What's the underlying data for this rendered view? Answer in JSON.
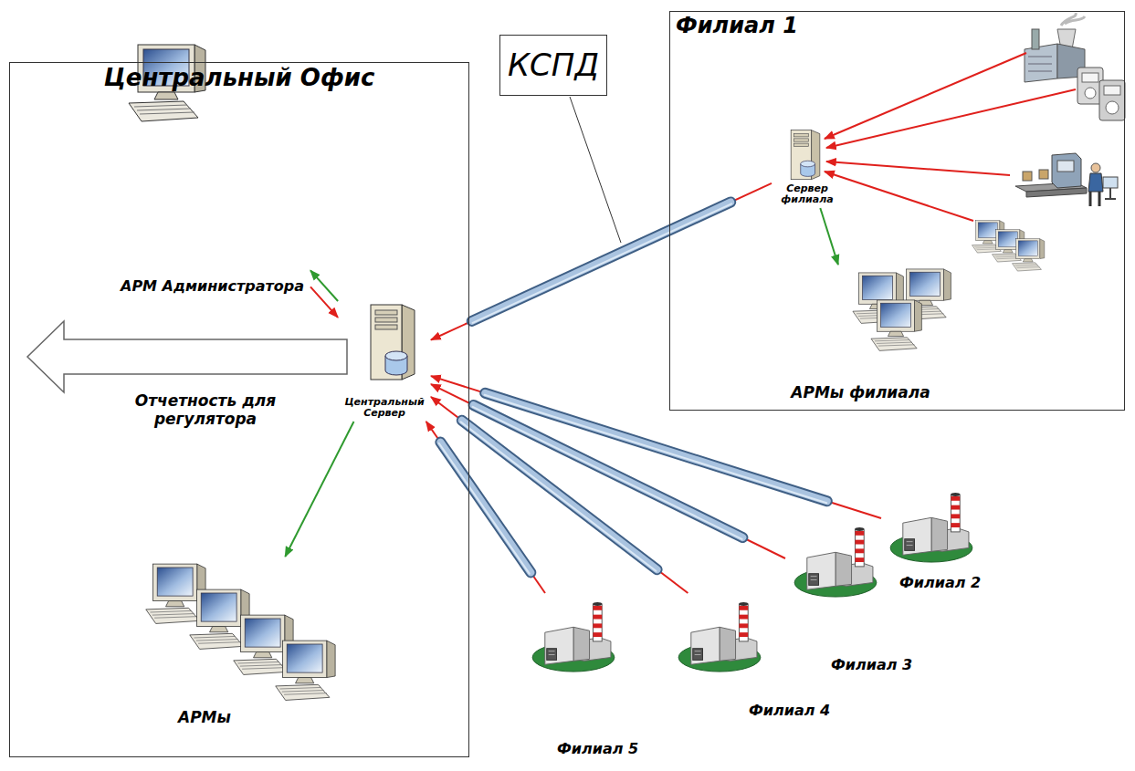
{
  "diagram": {
    "nodes": [
      {
        "text": [
          "Центральный Офис"
        ]
      },
      {
        "text": [
          "АРМ Администратора"
        ],
        "in": 0
      },
      {
        "text": [
          "Центральный Сервер"
        ],
        "in": 0
      },
      {
        "text": [
          "АРМы"
        ],
        "in": 0
      },
      {
        "text": [
          "КСПД"
        ]
      },
      {
        "text": [
          "Филиал 1"
        ]
      },
      {
        "text": [
          "Сервер филиала"
        ],
        "in": 5
      },
      {
        "text": [
          "АРМы филиала"
        ],
        "in": 5
      },
      {
        "text": [
          "Филиал 2"
        ]
      },
      {
        "text": [
          "Филиал 3"
        ]
      },
      {
        "text": [
          "Филиал 4"
        ]
      },
      {
        "text": [
          "Филиал 5"
        ]
      }
    ],
    "edges": [
      {
        "from": 1,
        "to": 2,
        "arrow": "to"
      },
      {
        "from": 2,
        "to": 1,
        "arrow": "to"
      },
      {
        "from": 2,
        "to": 3,
        "arrow": "to"
      },
      {
        "from": 6,
        "to": 7,
        "arrow": "to"
      },
      {
        "from": 6,
        "to": 2,
        "arrow": "to"
      },
      {
        "from": 8,
        "to": 2,
        "arrow": "to"
      },
      {
        "from": 9,
        "to": 2,
        "arrow": "to"
      },
      {
        "from": 10,
        "to": 2,
        "arrow": "to"
      },
      {
        "from": 11,
        "to": 2,
        "arrow": "to"
      }
    ],
    "labels": [
      "Отчетность для регулятора"
    ]
  }
}
